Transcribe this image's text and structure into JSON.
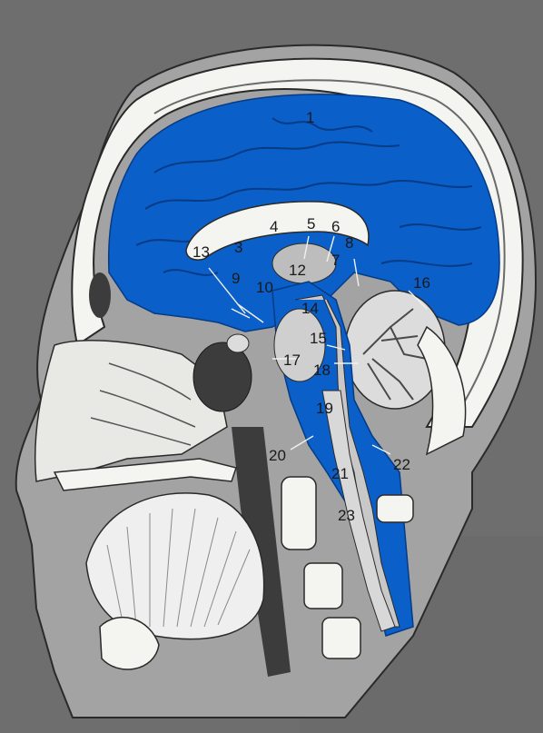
{
  "labels": [
    {
      "id": "1",
      "text": "1"
    },
    {
      "id": "3",
      "text": "3"
    },
    {
      "id": "4",
      "text": "4"
    },
    {
      "id": "5",
      "text": "5"
    },
    {
      "id": "6",
      "text": "6"
    },
    {
      "id": "7",
      "text": "7"
    },
    {
      "id": "8",
      "text": "8"
    },
    {
      "id": "9",
      "text": "9"
    },
    {
      "id": "10",
      "text": "10"
    },
    {
      "id": "12",
      "text": "12"
    },
    {
      "id": "13",
      "text": "13"
    },
    {
      "id": "14",
      "text": "14"
    },
    {
      "id": "15",
      "text": "15"
    },
    {
      "id": "16",
      "text": "16"
    },
    {
      "id": "17",
      "text": "17"
    },
    {
      "id": "18",
      "text": "18"
    },
    {
      "id": "19",
      "text": "19"
    },
    {
      "id": "20",
      "text": "20"
    },
    {
      "id": "21",
      "text": "21"
    },
    {
      "id": "22",
      "text": "22"
    },
    {
      "id": "23",
      "text": "23"
    }
  ],
  "colors": {
    "background": "#6e6e6e",
    "csf_blue": "#0a5fc8",
    "bone": "#f4f4f0",
    "tissue": "#9c9c9c",
    "dark_tissue": "#4a4a4a"
  }
}
